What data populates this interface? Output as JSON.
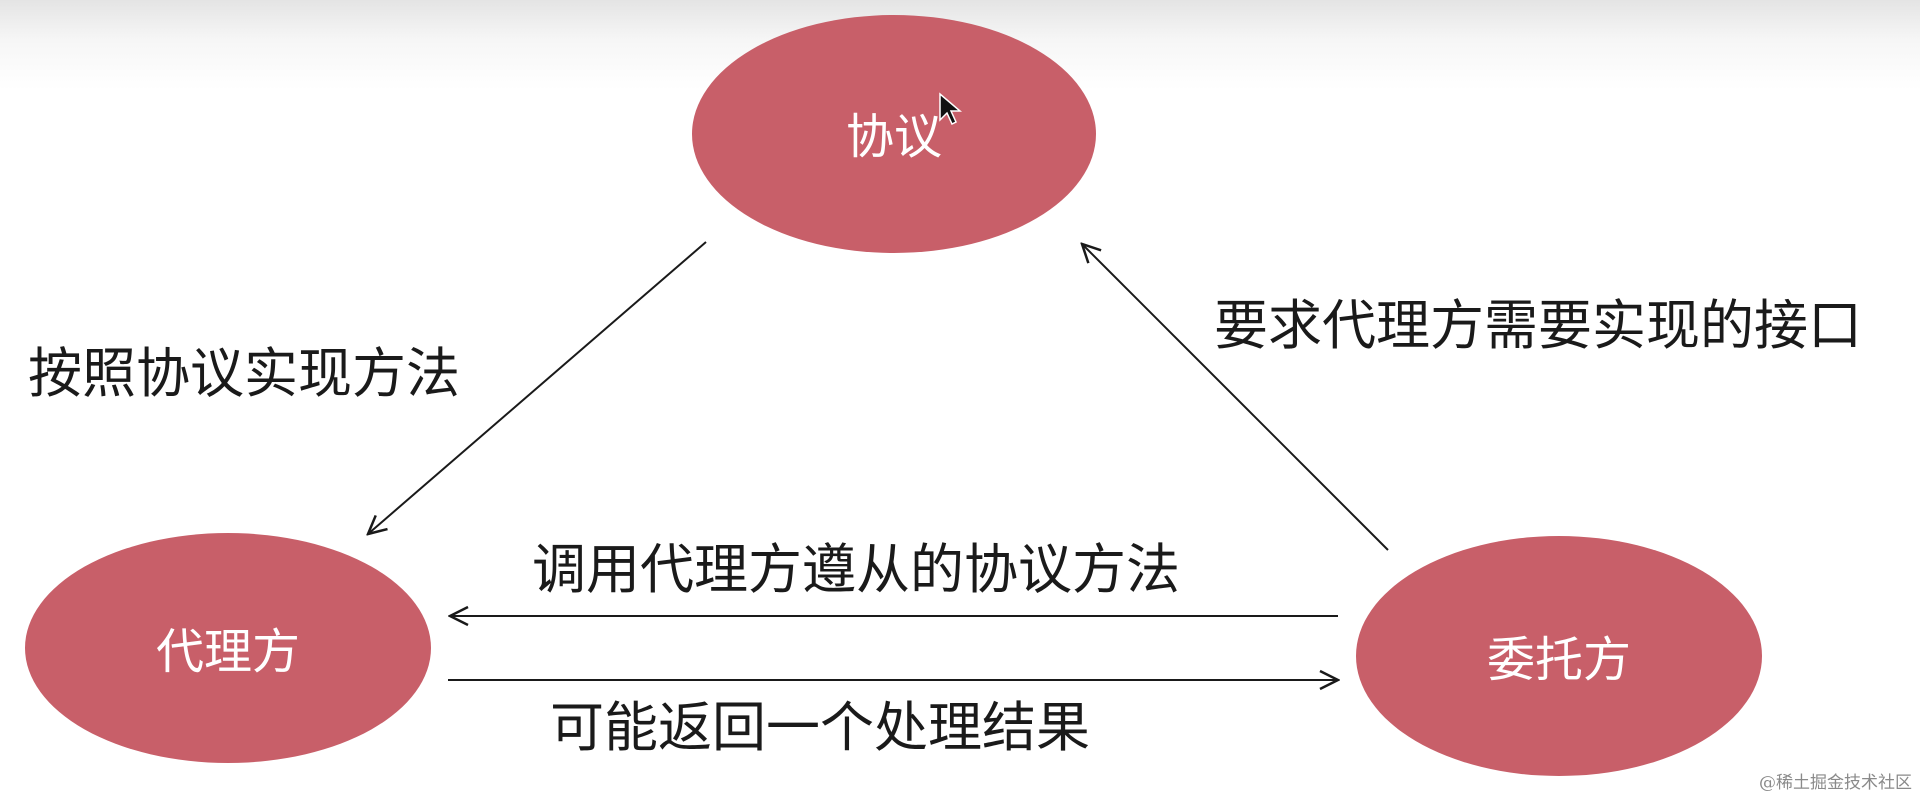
{
  "colors": {
    "node_fill": "#c85f69",
    "node_text": "#ffffff",
    "arrow": "#1a1a1a",
    "label_text": "#1a1a1a"
  },
  "nodes": {
    "protocol": {
      "label": "协议"
    },
    "proxy": {
      "label": "代理方"
    },
    "delegator": {
      "label": "委托方"
    }
  },
  "edges": {
    "protocol_to_proxy": {
      "label": "按照协议实现方法"
    },
    "delegator_to_protocol": {
      "label": "要求代理方需要实现的接口"
    },
    "delegator_to_proxy": {
      "label": "调用代理方遵从的协议方法"
    },
    "proxy_to_delegator": {
      "label": "可能返回一个处理结果"
    }
  },
  "pointer": {
    "icon": "mouse-cursor-icon"
  },
  "watermark": {
    "text": "@稀土掘金技术社区"
  }
}
